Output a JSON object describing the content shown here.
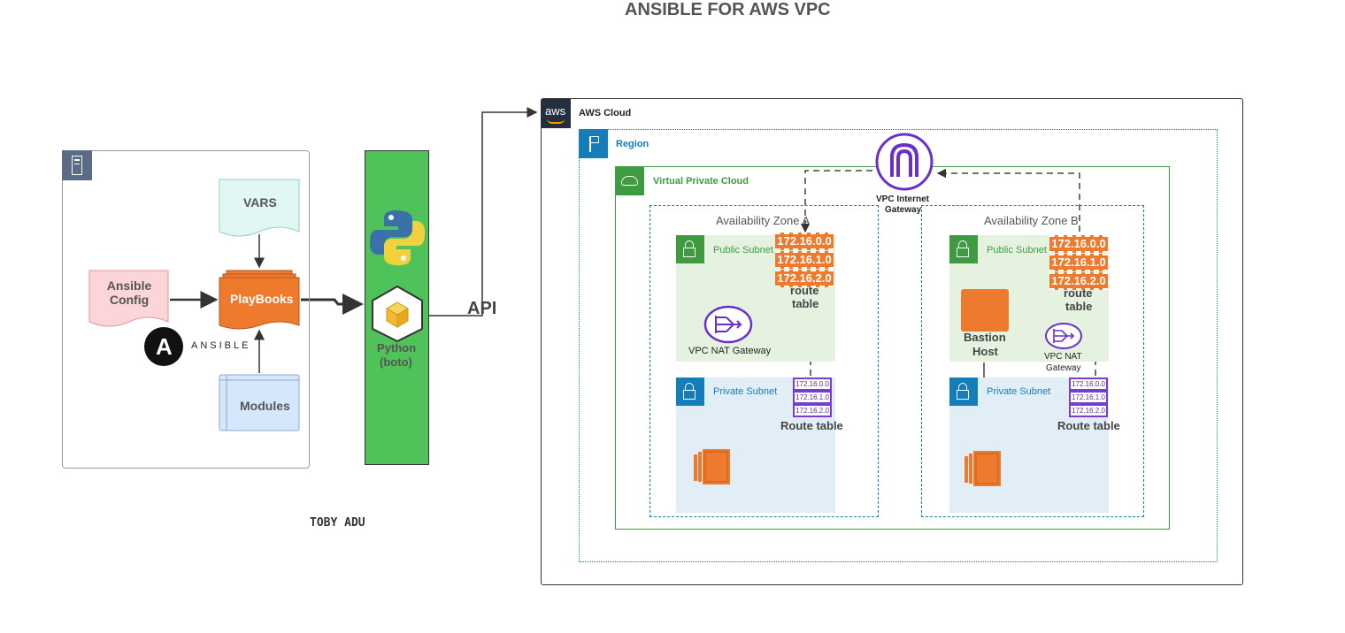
{
  "title": "ANSIBLE FOR AWS VPC",
  "author": "TOBY ADU",
  "control_node": {
    "vars": "VARS",
    "ansible_config": "Ansible\nConfig",
    "playbooks": "PlayBooks",
    "modules": "Modules",
    "ansible_logo_text": "ANSIBLE"
  },
  "python": {
    "label_line1": "Python",
    "label_line2": "(boto)"
  },
  "api_label": "API",
  "aws": {
    "cloud_label": "AWS Cloud",
    "aws_logo": "aws",
    "region_label": "Region",
    "vpc_label": "Virtual Private Cloud",
    "igw_label_line1": "VPC Internet",
    "igw_label_line2": "Gateway",
    "zone_a": {
      "label": "Availability Zone A",
      "public_subnet": "Public Subnet",
      "private_subnet": "Private Subnet",
      "public_routes": [
        "172.16.0.0",
        "172.16.1.0",
        "172.16.2.0"
      ],
      "public_rt_label_1": "route",
      "public_rt_label_2": "table",
      "private_routes": [
        "172.16.0.0",
        "172.16.1.0",
        "172.16.2.0"
      ],
      "private_rt_label": "Route table",
      "nat_label": "VPC NAT Gateway"
    },
    "zone_b": {
      "label": "Availability Zone B",
      "public_subnet": "Public Subnet",
      "private_subnet": "Private Subnet",
      "public_routes": [
        "172.16.0.0",
        "172.16.1.0",
        "172.16.2.0"
      ],
      "public_rt_label_1": "route",
      "public_rt_label_2": "table",
      "private_routes": [
        "172.16.0.0",
        "172.16.1.0",
        "172.16.2.0"
      ],
      "private_rt_label": "Route table",
      "bastion_line1": "Bastion",
      "bastion_line2": "Host",
      "nat_line1": "VPC NAT",
      "nat_line2": "Gateway"
    }
  },
  "colors": {
    "title": "#555555",
    "orange": "#ee7a2e",
    "green_python": "#4fc35a",
    "aws_green": "#3f9b3f",
    "aws_blue": "#147eba",
    "nat_purple": "#6a2fc9",
    "public_subnet_bg": "#e6f2e0",
    "private_subnet_bg": "#e2eef6",
    "vars_bg": "#e0f7f3",
    "config_bg": "#fbd5d8",
    "modules_bg": "#d7e7fb"
  },
  "icons": [
    "server-icon",
    "python-logo-icon",
    "boto-box-icon",
    "aws-logo-icon",
    "region-flag-icon",
    "vpc-cloud-icon",
    "internet-gateway-icon",
    "lock-icon",
    "nat-gateway-icon",
    "ec2-instance-icon",
    "ansible-logo-icon"
  ]
}
